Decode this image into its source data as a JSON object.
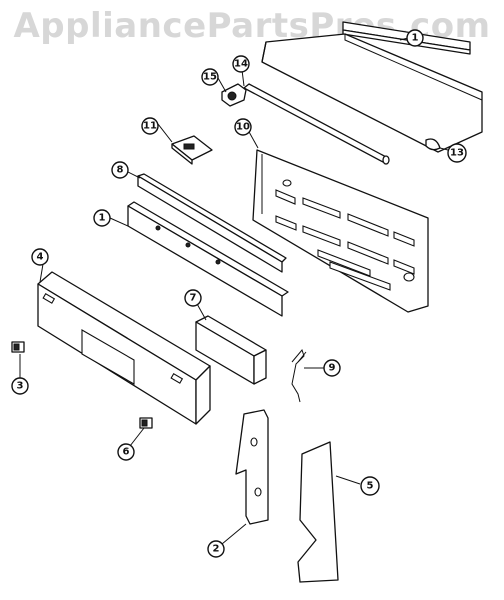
{
  "watermark": "AppliancePartsPros.com",
  "callouts": {
    "c1_top": "1",
    "c13": "13",
    "c14": "14",
    "c15": "15",
    "c10": "10",
    "c11": "11",
    "c8": "8",
    "c1_mid": "1",
    "c4": "4",
    "c7": "7",
    "c3": "3",
    "c9": "9",
    "c6": "6",
    "c5": "5",
    "c2": "2"
  }
}
